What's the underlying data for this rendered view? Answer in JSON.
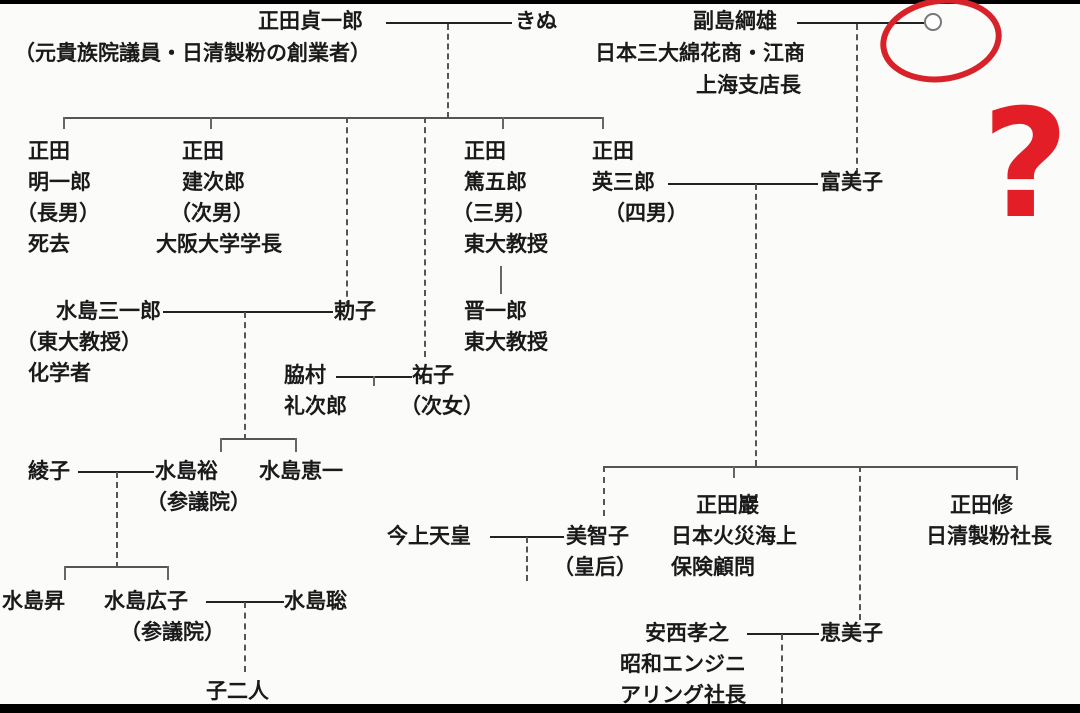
{
  "tree": {
    "gen1": {
      "founder_name": "正田貞一郎",
      "founder_note": "（元貴族院議員・日清製粉の創業者）",
      "founder_wife": "きぬ"
    },
    "soejima": {
      "name": "副島綱雄",
      "note1": "日本三大綿花商・江商",
      "note2": "上海支店長",
      "spouse_unknown": "○"
    },
    "children": {
      "akiichiro": [
        "正田",
        "明一郎",
        "（長男）",
        "死去"
      ],
      "kenjiro": [
        "正田",
        "建次郎",
        "（次男）",
        "大阪大学学長"
      ],
      "tokugoro": [
        "正田",
        "篤五郎",
        "（三男）",
        "東大教授"
      ],
      "hidesaburo": [
        "正田",
        "英三郎",
        "（四男）"
      ],
      "fumiko": "富美子"
    },
    "isako_branch": {
      "husband": "水島三一郎",
      "husband_note1": "（東大教授）",
      "husband_note2": "化学者",
      "wife": "勅子"
    },
    "yuko_branch": {
      "husband1": "脇村",
      "husband2": "礼次郎",
      "wife": "祐子",
      "wife_note": "（次女）"
    },
    "shinichiro": {
      "name": "晋一郎",
      "note": "東大教授"
    },
    "mizushima_gen3": {
      "ayako": "綾子",
      "yutaka": "水島裕",
      "yutaka_note": "（参議院）",
      "keiichi": "水島恵一"
    },
    "mizushima_gen4": {
      "noboru": "水島昇",
      "hiroko": "水島広子",
      "hiroko_note": "（参議院）",
      "satoshi": "水島聡",
      "children": "子二人"
    },
    "shoda_gen3": {
      "emperor": "今上天皇",
      "michiko": "美智子",
      "michiko_note": "（皇后）",
      "iwao": "正田巖",
      "iwao_note1": "日本火災海上",
      "iwao_note2": "保険顧問",
      "osamu": "正田修",
      "osamu_note": "日清製粉社長"
    },
    "emiko_branch": {
      "husband": "安西孝之",
      "husband_note1": "昭和エンジニ",
      "husband_note2": "アリング社長",
      "wife": "恵美子"
    },
    "annotation": {
      "mark": "?",
      "color": "#e41e26"
    }
  }
}
